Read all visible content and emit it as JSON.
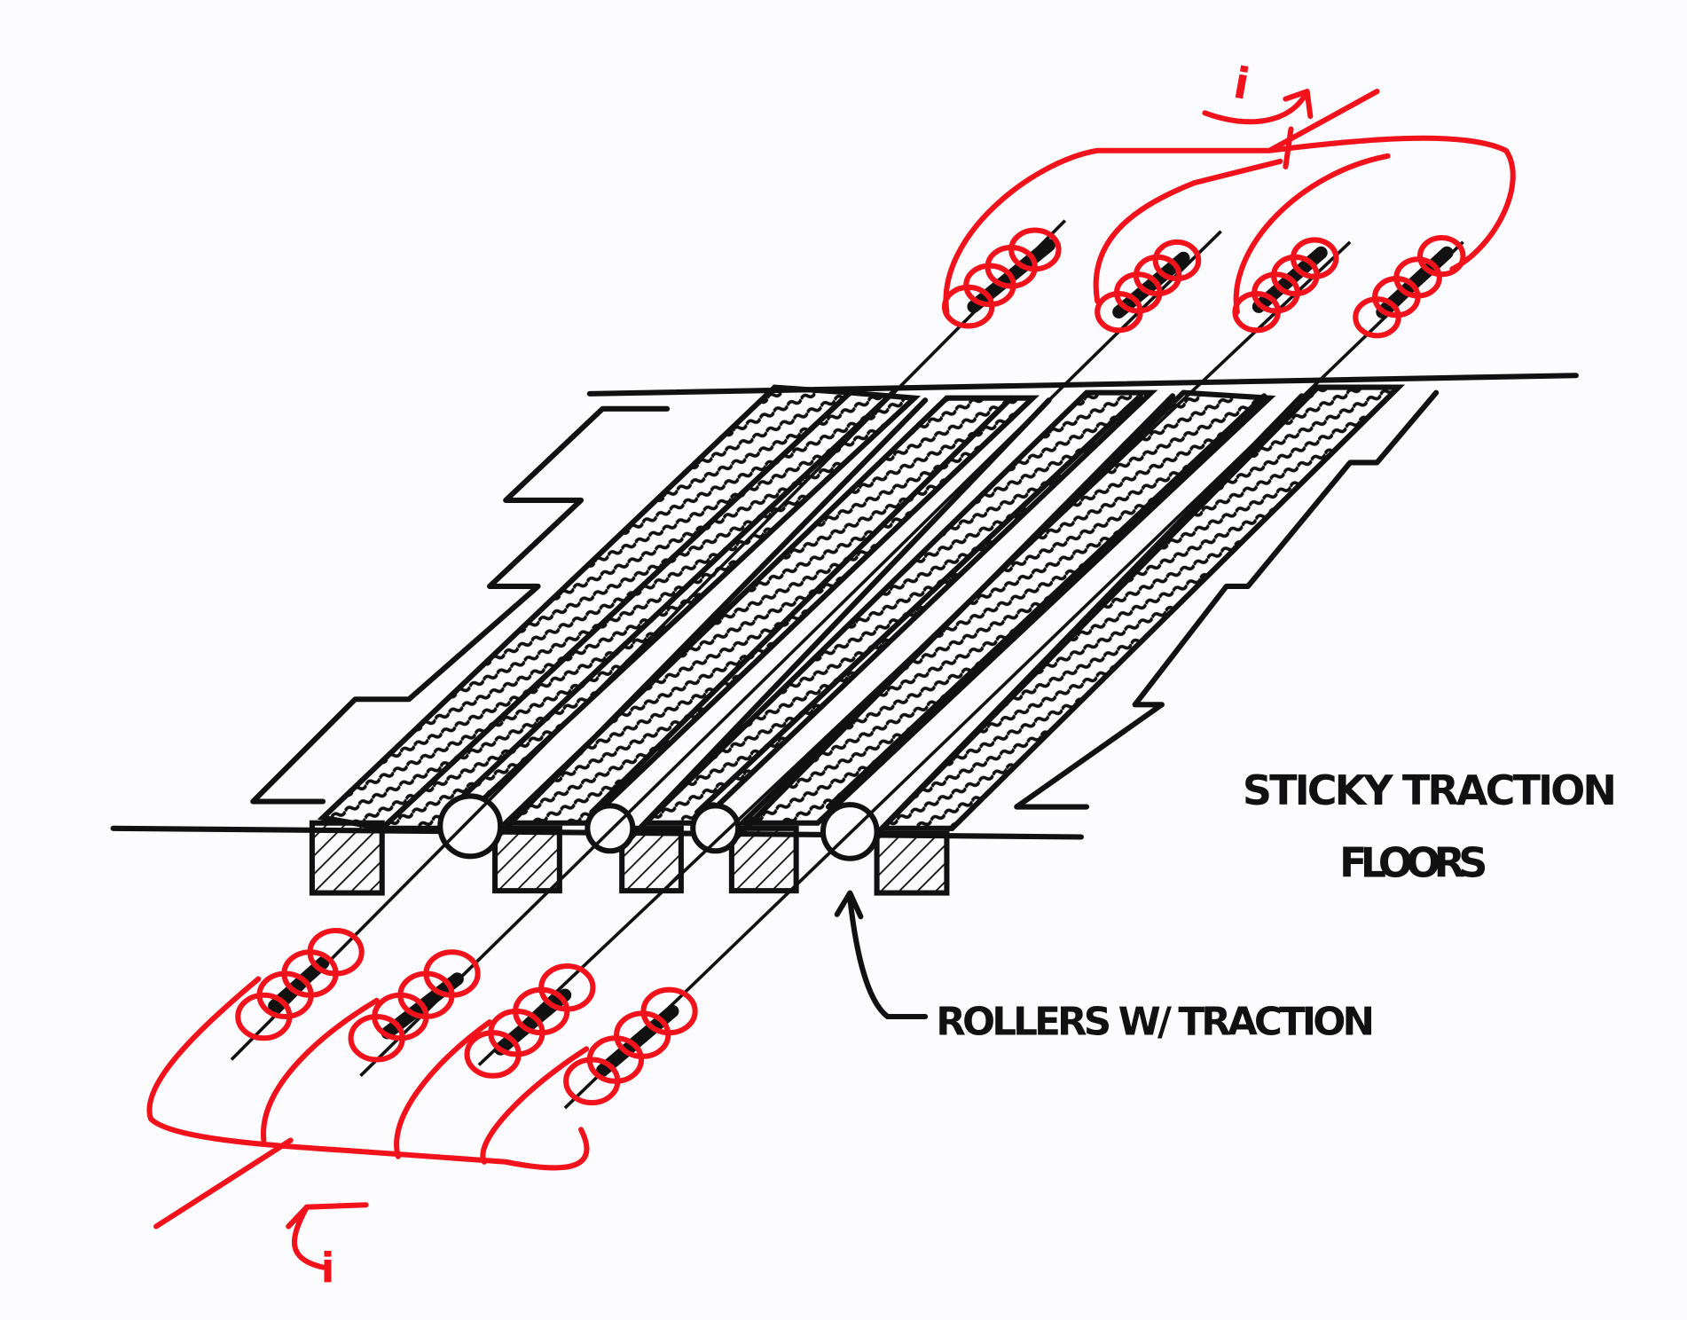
{
  "title_line1": "STICKY TRACTION",
  "title_line2": "FLOORS",
  "roller_label": "ROLLERS W/ TRACTION",
  "current_in_label": "i",
  "current_out_label": "i",
  "colors": {
    "ink": "#111111",
    "coil": "#f2121c",
    "paper": "#fcfcfe"
  }
}
